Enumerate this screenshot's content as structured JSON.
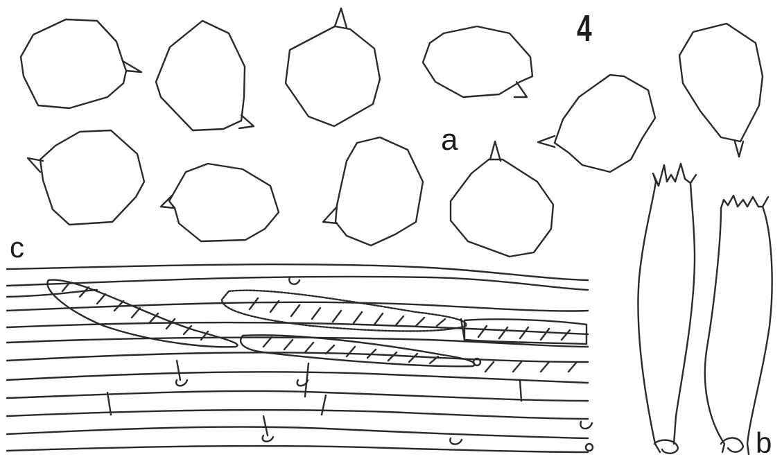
{
  "figure": {
    "number": "4",
    "panels": [
      {
        "id": "a",
        "label": "a"
      },
      {
        "id": "b",
        "label": "b"
      },
      {
        "id": "c",
        "label": "c"
      }
    ]
  },
  "style": {
    "ink_color": "#2a2a2a",
    "background": "#ffffff"
  }
}
